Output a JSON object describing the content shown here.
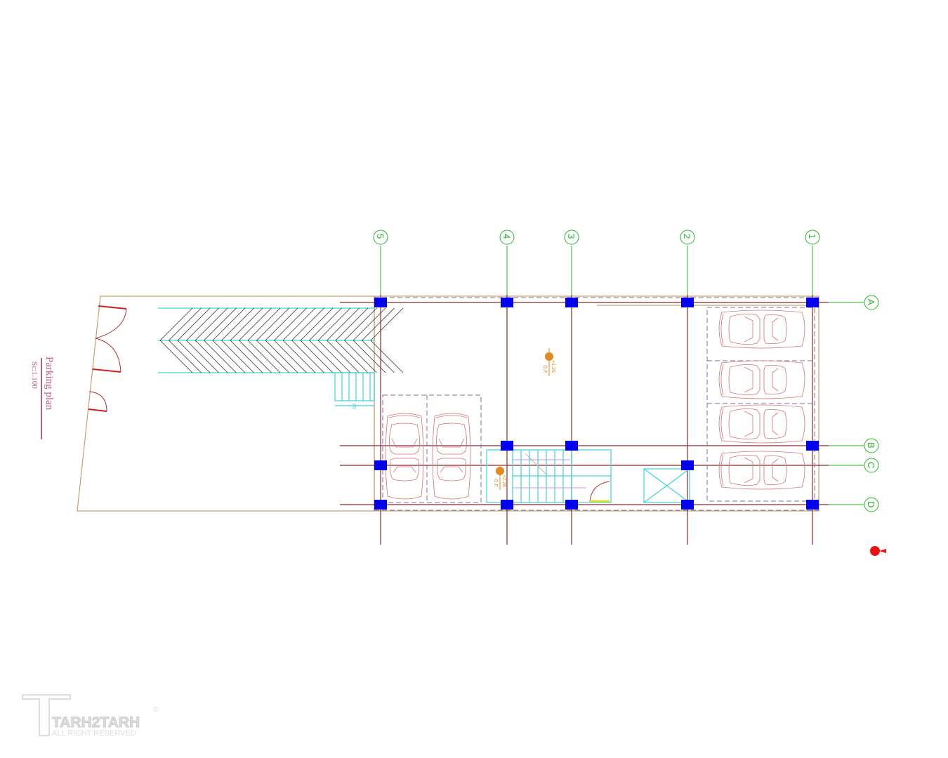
{
  "drawing": {
    "title": "Parking  plan",
    "scale": "Sc:1.100",
    "column_axes": [
      "5",
      "4",
      "3",
      "2",
      "1"
    ],
    "row_axes": [
      "A",
      "B",
      "C",
      "D"
    ],
    "levels": [
      {
        "value": "+1.20",
        "label": "G.F."
      },
      {
        "value": "+2.28",
        "label": "G.F."
      }
    ],
    "ramp_stair_label": "80",
    "parking_spaces": 6
  },
  "watermark": {
    "brand": "TARH2TARH",
    "tagline": "ALL RIGHT RESERVED",
    "copyright": "©"
  },
  "colors": {
    "grid": "#8b2a2a",
    "axis_bubble": "#22bb22",
    "column": "#0000ee",
    "cars": "#d87070",
    "stairs": "#40d0d8"
  }
}
